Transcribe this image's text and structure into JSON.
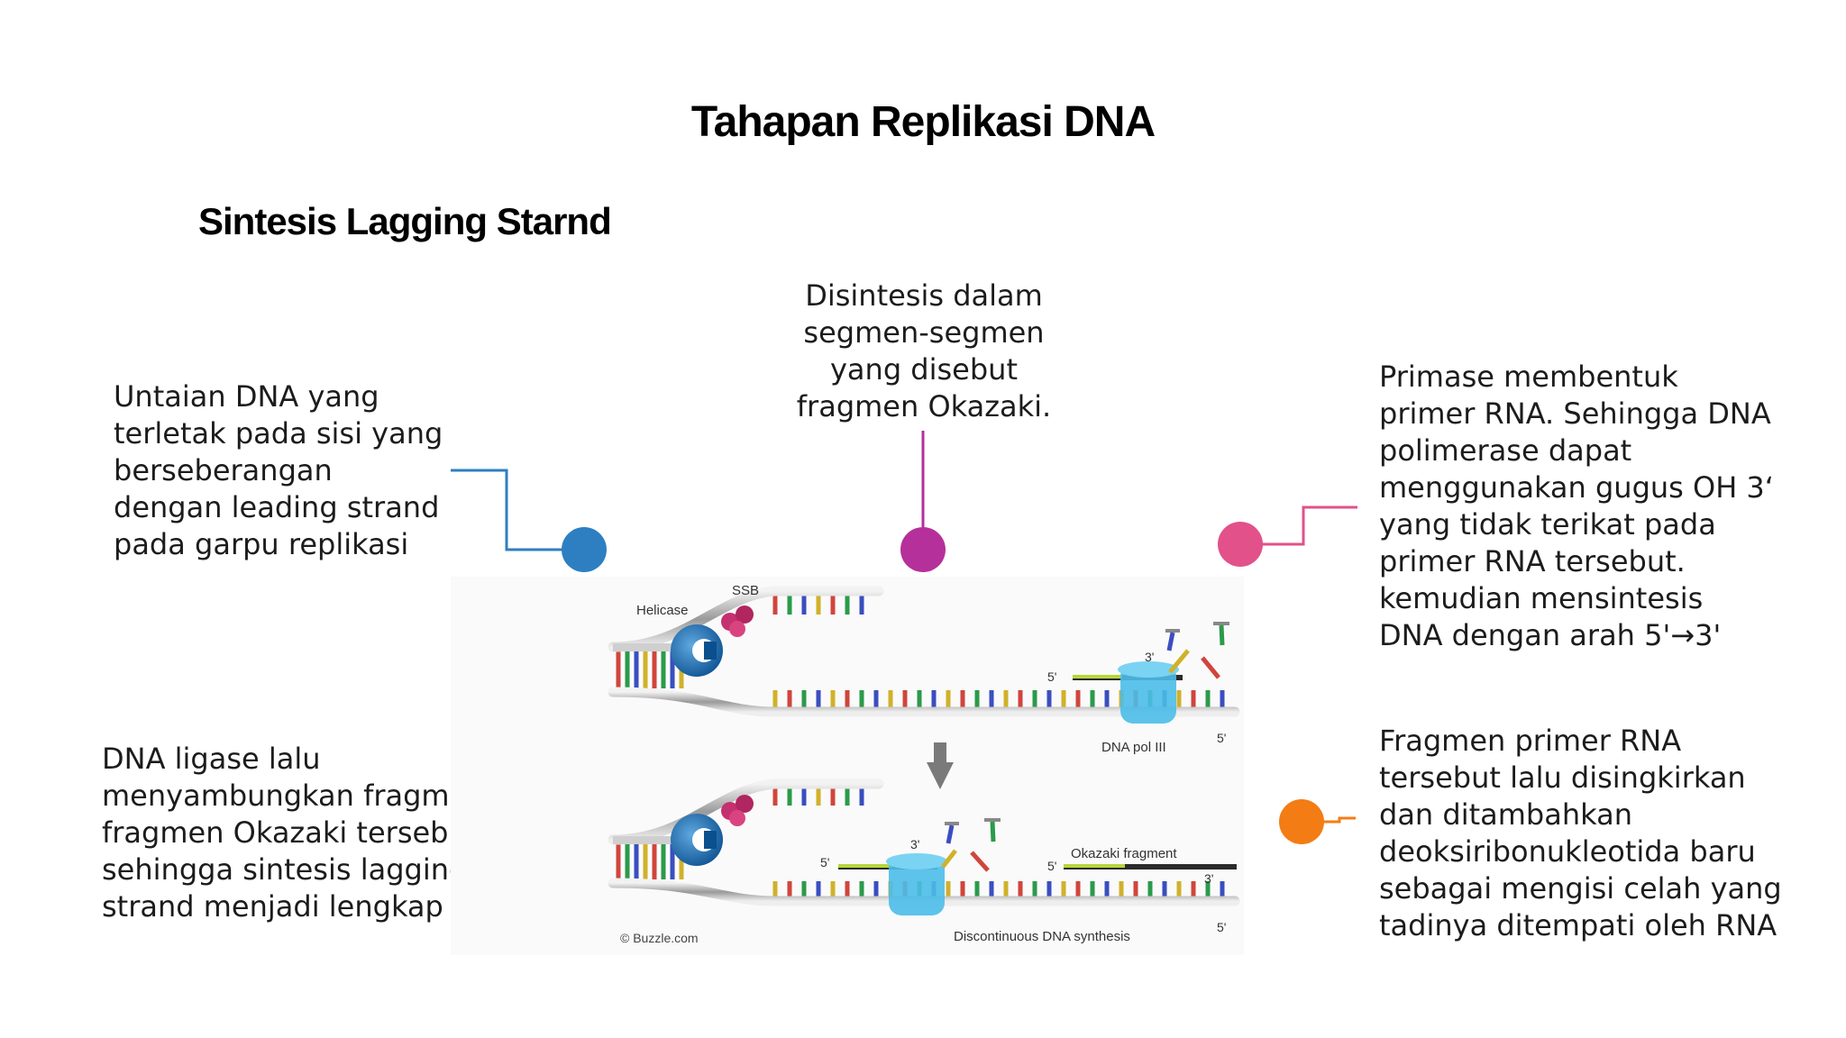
{
  "title": "Tahapan Replikasi DNA",
  "subtitle": "Sintesis Lagging Starnd",
  "notes": {
    "left_top": "Untaian DNA yang\nterletak pada sisi yang\nberseberangan\ndengan leading strand\npada garpu replikasi",
    "center_top": "Disintesis dalam\nsegmen-segmen\nyang disebut\nfragmen Okazaki.",
    "right_top": "Primase membentuk\nprimer RNA. Sehingga DNA\npolimerase dapat\nmenggunakan gugus OH 3‘\nyang tidak terikat pada\nprimer RNA tersebut.\nkemudian mensintesis\nDNA dengan arah 5'→3'",
    "left_bottom": "DNA ligase lalu\nmenyambungkan fragmen-\nfragmen Okazaki tersebut\nsehingga sintesis lagging\nstrand menjadi lengkap",
    "right_bottom": "Fragmen primer RNA\ntersebut lalu disingkirkan\ndan ditambahkan\ndeoksiribonukleotida baru\nsebagai mengisi celah yang\ntadinya ditempati oleh RNA"
  },
  "colors": {
    "blue": "#2e7fc1",
    "magenta": "#b5309a",
    "pink": "#e2518a",
    "navy": "#0f4f7a",
    "orange": "#f47c14"
  },
  "diagram": {
    "top": {
      "helicase": "Helicase",
      "ssb": "SSB",
      "five_prime_a": "5'",
      "three_prime": "3'",
      "enzyme": "DNA pol III",
      "five_prime_b": "5'"
    },
    "bottom": {
      "five_prime_a": "5'",
      "three_prime_a": "3'",
      "five_prime_b": "5'",
      "okazaki": "Okazaki fragment",
      "three_prime_b": "3'",
      "caption": "Discontinuous DNA synthesis",
      "five_prime_c": "5'"
    },
    "credit": "© Buzzle.com"
  }
}
